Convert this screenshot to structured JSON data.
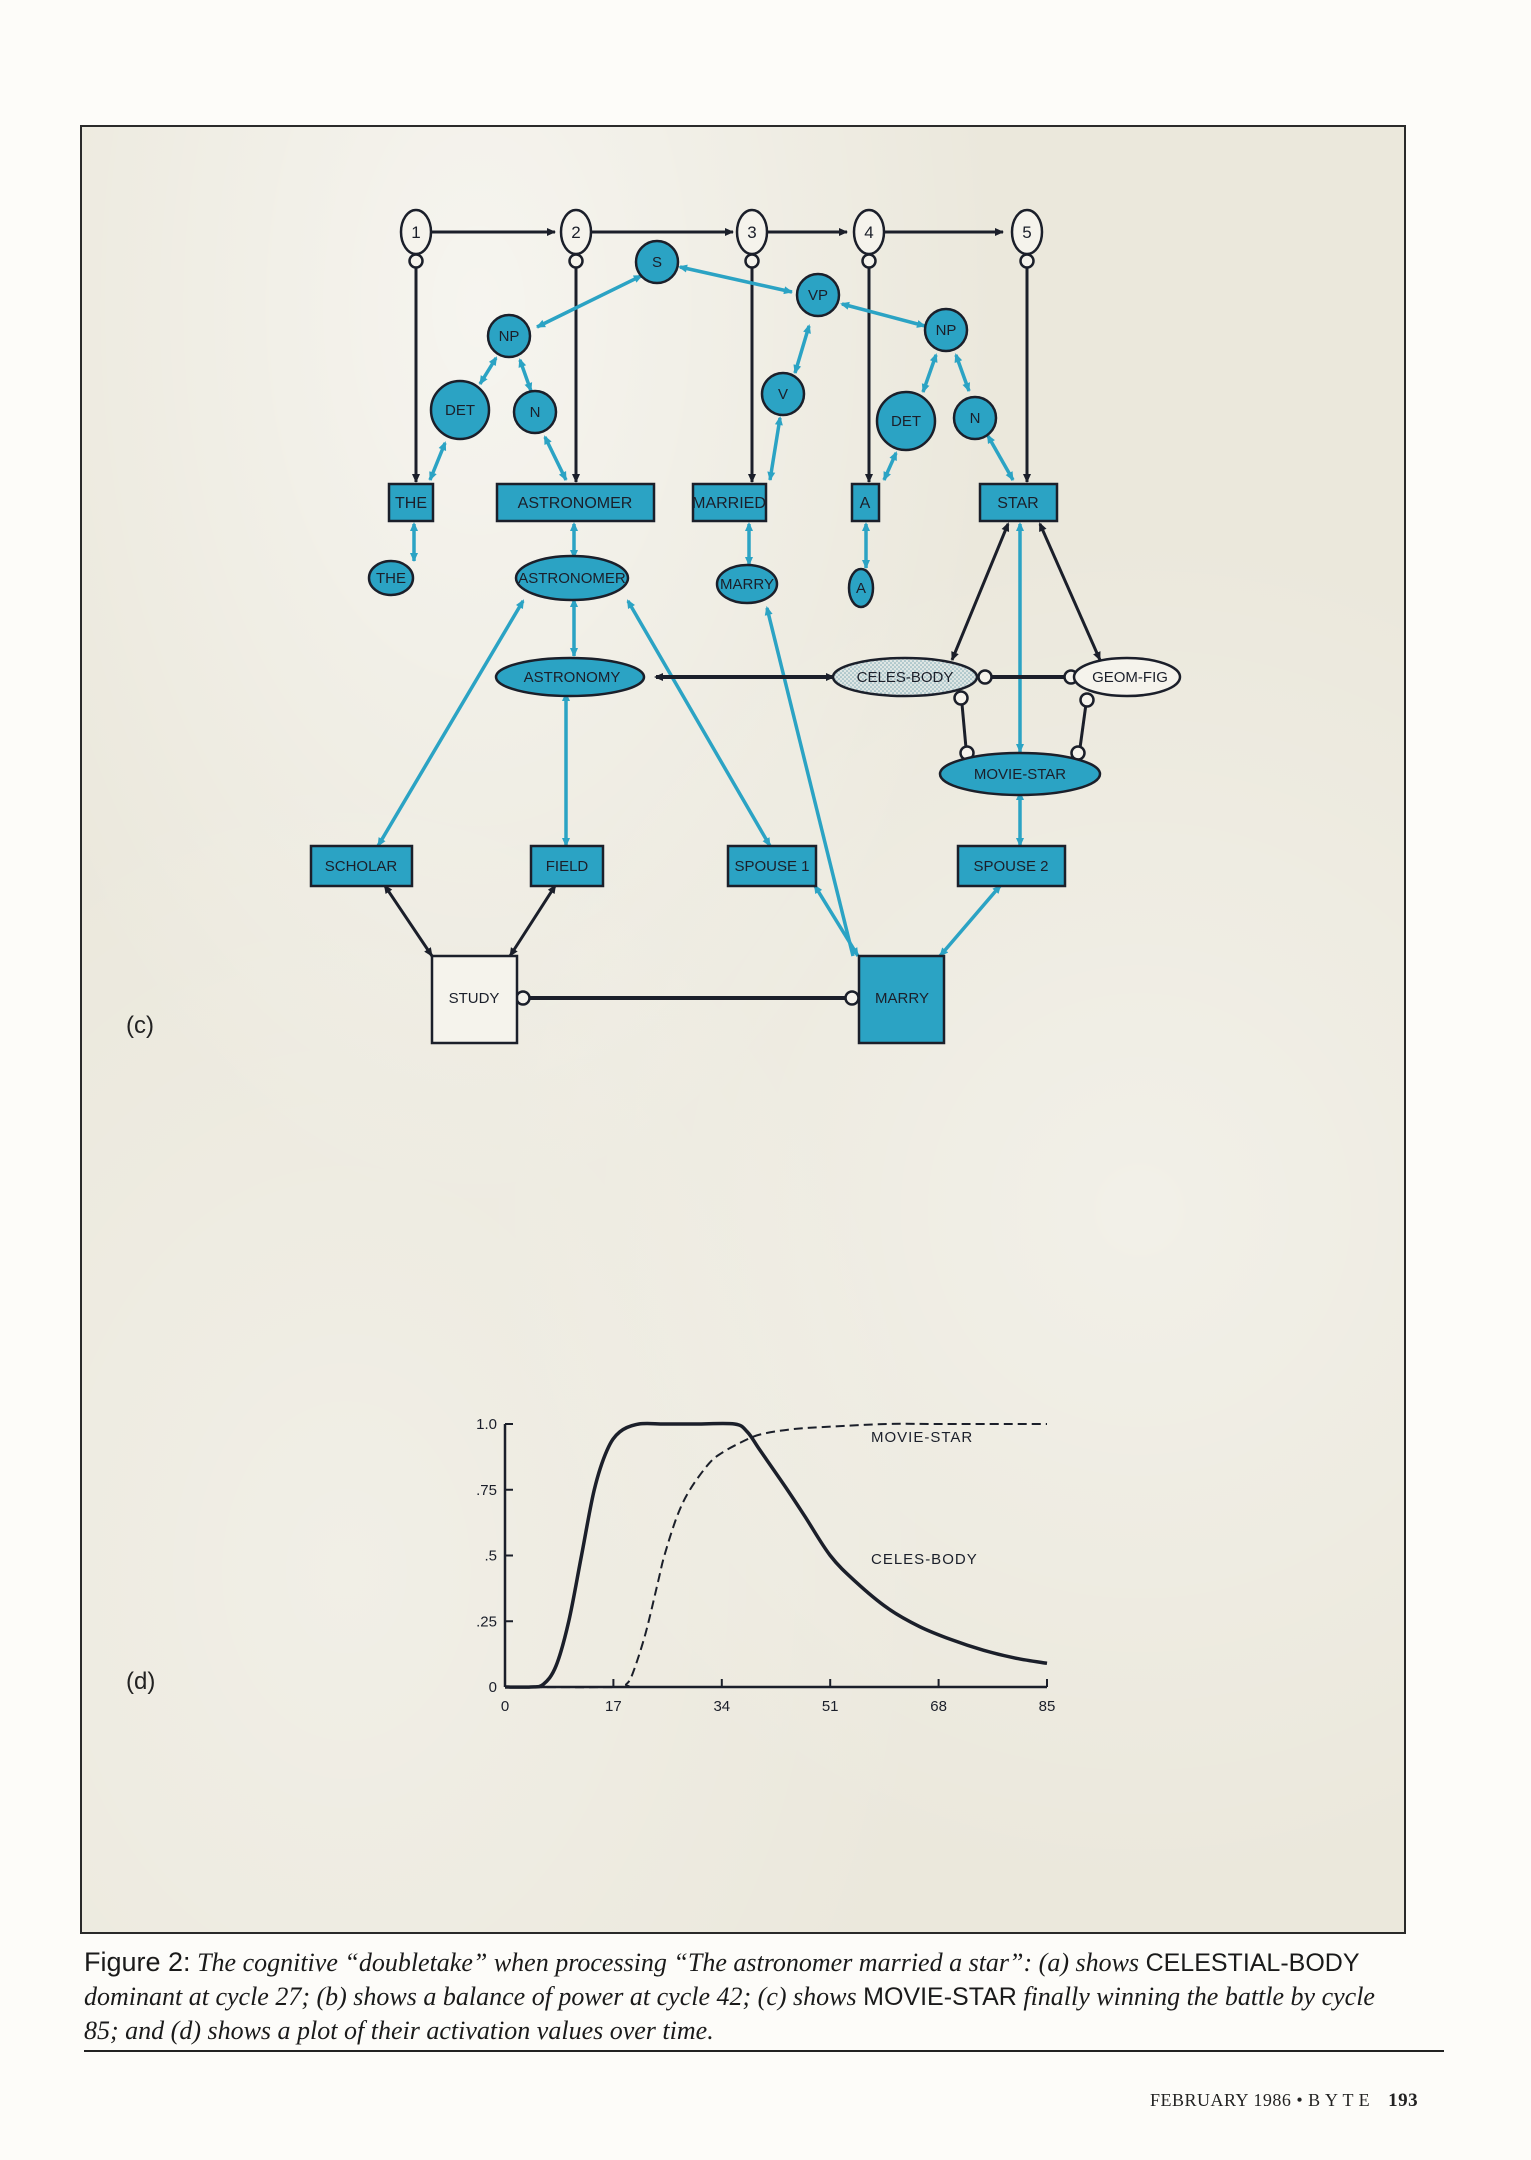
{
  "figure": {
    "panel_c_label": "(c)",
    "panel_d_label": "(d)",
    "colors": {
      "active_node": "#2ba3c4",
      "inactive_node": "#f5f3ec",
      "link_excitatory": "#2ba3c4",
      "link_black": "#1b1f2a",
      "paper_background": "#ebe8dc"
    },
    "network": {
      "positions": [
        "1",
        "2",
        "3",
        "4",
        "5"
      ],
      "syntax_nodes": {
        "s": "S",
        "np1": "NP",
        "det1": "DET",
        "n1": "N",
        "vp": "VP",
        "v": "V",
        "np2": "NP",
        "det2": "DET",
        "n2": "N"
      },
      "word_nodes": [
        "THE",
        "ASTRONOMER",
        "MARRIED",
        "A",
        "STAR"
      ],
      "lexical_nodes": [
        "THE",
        "ASTRONOMER",
        "MARRY",
        "A"
      ],
      "concept_nodes": {
        "astronomy": "ASTRONOMY",
        "celes_body": "CELES-BODY",
        "geom_fig": "GEOM-FIG",
        "movie_star": "MOVIE-STAR"
      },
      "role_nodes": [
        "SCHOLAR",
        "FIELD",
        "SPOUSE 1",
        "SPOUSE 2"
      ],
      "case_frames": {
        "study": "STUDY",
        "marry": "MARRY"
      }
    }
  },
  "chart_data": {
    "type": "line",
    "title": "",
    "xlabel": "",
    "ylabel": "",
    "x_ticks": [
      "0",
      "17",
      "34",
      "51",
      "68",
      "85"
    ],
    "y_ticks": [
      "0",
      ".25",
      ".5",
      ".75",
      "1.0"
    ],
    "xlim": [
      0,
      85
    ],
    "ylim": [
      0,
      1.0
    ],
    "grid": false,
    "legend_position": "inline labels",
    "series": [
      {
        "name": "CELES-BODY",
        "style": "solid",
        "x": [
          0,
          4,
          6,
          8,
          10,
          12,
          14,
          16,
          18,
          21,
          25,
          30,
          36,
          38,
          40,
          44,
          47,
          51,
          55,
          60,
          65,
          70,
          75,
          80,
          85
        ],
        "values": [
          0,
          0,
          0.01,
          0.08,
          0.25,
          0.5,
          0.75,
          0.9,
          0.97,
          1.0,
          1.0,
          1.0,
          1.0,
          0.97,
          0.9,
          0.76,
          0.65,
          0.5,
          0.4,
          0.3,
          0.23,
          0.18,
          0.14,
          0.11,
          0.09
        ]
      },
      {
        "name": "MOVIE-STAR",
        "style": "dashed",
        "x": [
          0,
          18,
          19,
          20,
          22,
          24,
          25,
          27,
          29,
          32,
          34,
          37,
          40,
          45,
          51,
          60,
          68,
          85
        ],
        "values": [
          0,
          0,
          0.01,
          0.05,
          0.2,
          0.4,
          0.5,
          0.65,
          0.75,
          0.85,
          0.89,
          0.93,
          0.96,
          0.98,
          0.99,
          1.0,
          1.0,
          1.0
        ]
      }
    ],
    "annotations": [
      "MOVIE-STAR",
      "CELES-BODY"
    ]
  },
  "caption": {
    "figure_label": "Figure 2:",
    "part1": " The cognitive “doubletake” when processing “The astronomer married a star”: (a) shows ",
    "caps1": "CELESTIAL-BODY",
    "part2": " dominant at cycle 27; (b) shows a balance of power at cycle 42; (c) shows ",
    "caps2": "MOVIE-STAR",
    "part3": " finally winning the battle by cycle 85; and (d) shows a plot of their activation values over time."
  },
  "footer": {
    "issue": "FEBRUARY 1986 • B Y T E",
    "page_number": "193"
  }
}
